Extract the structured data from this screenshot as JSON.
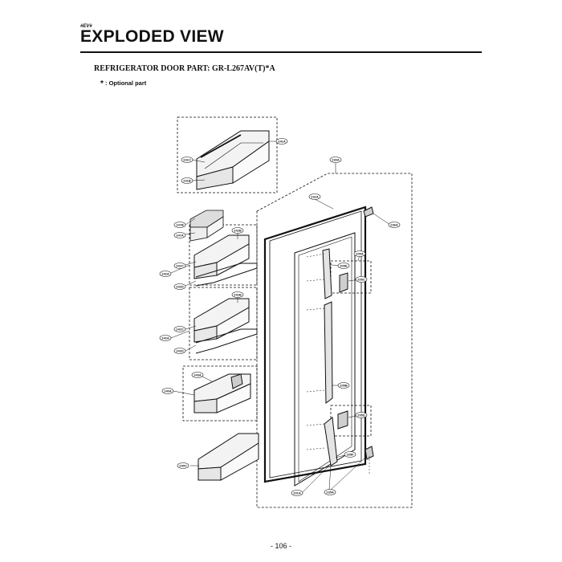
{
  "header": {
    "rev_mark": "#EV#",
    "title": "EXPLODED VIEW",
    "subtitle": "REFRIGERATOR DOOR PART: GR-L267AV(T)*A",
    "note_star": "*",
    "note_text": ": Optional part"
  },
  "callouts": {
    "c241A": "241A",
    "c241C": "241C",
    "c241B": "241B",
    "c230A": "230A",
    "c232A": "232A",
    "c236A": "236A",
    "c147B": "147B",
    "c147A": "147A",
    "c242B_1": "242B",
    "c242A_1": "242A",
    "c242C_1": "242C",
    "c242D_1": "242D",
    "c205E": "205E",
    "c205A": "205A",
    "c205C": "205C",
    "c242B_2": "242B",
    "c242A_2": "242A",
    "c242C_2": "242C",
    "c242D_2": "242D",
    "c243A": "243A",
    "c240A": "240A",
    "c205B": "205B",
    "c205D": "205D",
    "c205F": "205F",
    "c240C": "240C",
    "c201A": "201A",
    "c235A": "235A"
  },
  "footer": {
    "page_number": "- 106 -"
  }
}
